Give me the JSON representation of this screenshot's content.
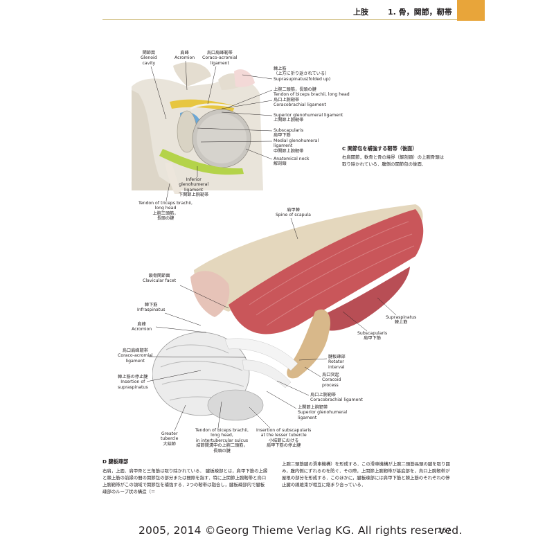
{
  "header": {
    "section": "上肢",
    "chapter": "1. 骨，関節，靭帯"
  },
  "figure_c": {
    "labels": {
      "glenoid": "関節窩\nGlenoid\ncavity",
      "acromion": "肩峰\nAcromion",
      "coracoacromial": "烏口肩峰靭帯\nCoraco-acromial\nligament",
      "supraspinatus_jp": "棘上筋\n（上方に折り返されている）",
      "supraspinatus_en": "Suprasupinatus(folded up)",
      "biceps_long": "上腕二頭筋，長頭の腱\nTendon of biceps brachii, long head",
      "coracobrachial": "烏口上腕靭帯\nCoracobrachial ligament",
      "superior_glh": "Superior glenohumeral ligament\n上関節上腕靭帯",
      "subscapularis": "Subscapularis\n肩甲下筋",
      "medial_glh": "Medial glenohumeral\nligament\n中関節上腕靭帯",
      "anatomical_neck": "Anatomical neck\n解剖頸",
      "inferior_glh": "Inferior\nglenohumeral\nligament\n下関節上腕靭帯",
      "triceps_long": "Tendon of triceps brachii,\nlong head\n上腕三頭筋，\n長頭の腱"
    },
    "caption_title": "C  関節包を補強する靭帯（後面）",
    "caption_text": "右肩関節，軟骨と骨の境界（解剖頸）の上腕骨頭は取り除かれている．腹側の関節包の後面．"
  },
  "figure_d": {
    "labels": {
      "spine_scapula": "肩甲棘\nSpine of scapula",
      "clavicular_facet": "鎖骨関節面\nClavicular facet",
      "infraspinatus": "棘下筋\nInfraspinatus",
      "acromion": "肩峰\nAcromion",
      "coracoacromial": "烏口肩峰靭帯\nCoraco-acromial\nligament",
      "insertion_supra": "棘上筋の停止腱\nInsertion of\nsupraspinatus",
      "greater_tubercle": "Greater\ntubercle\n大結節",
      "biceps_sulcus": "Tendon of biceps brachii,\nlong head,\nin intertubercular sulcus\n結節間溝中の上腕二頭筋，\n長頭の腱",
      "insertion_subscap": "Insertion of subscapularis\nat the lesser tubercle\n小結節における\n肩甲下筋の停止腱",
      "superior_glh": "上関節上腕靭帯\nSuperior glenohumeral\nligament",
      "coracobrachial": "烏口上腕靭帯\nCoracobrachial ligament",
      "coracoid": "烏口突起\nCoracoid\nprocess",
      "rotator_interval": "腱板疎部\nRotator\ninterval",
      "subscapularis": "Subscapularis\n肩甲下筋",
      "supraspinatus": "Supraspinatus\n棘上筋"
    },
    "caption_title": "D  腱板疎部",
    "paragraph_left": "右肩，上面．肩甲骨と三角筋は取り除かれている．\n腱板疎部とは，肩甲下筋の上縁と棘上筋の前縁の間の関節包の部分または間隙を指す．特に上関節上腕靭帯と烏口上腕靭帯がこの領域で関節包を補強する．2つの靭帯は融合し，腱板疎部内で腱板疎部のループ状の構造（＝",
    "paragraph_right": "上腕二頭筋腱の滑車機構）を形成する．この滑車機構が上腕二頭筋長頭の腱を取り囲み，腹内側にずれるのを防ぐ．その際，上関節上腕靭帯が基底部を，烏口上腕靭帯が屋根の部分を形成する．このほかに，腱板疎部には肩甲下筋と棘上筋のそれぞれの停止腱の線維束が相互に絡まり合っている．"
  },
  "footer": {
    "copyright": "2005, 2014 ©Georg Thieme Verlag KG. All rights reserved.",
    "page_number": "267"
  },
  "colors": {
    "header_accent": "#e8a53a",
    "muscle": "#c9565a",
    "bone": "#d8c9a6",
    "ligament_yellow": "#e7c640",
    "ligament_green": "#b4d34a",
    "ligament_blue": "#6aa8d8"
  }
}
